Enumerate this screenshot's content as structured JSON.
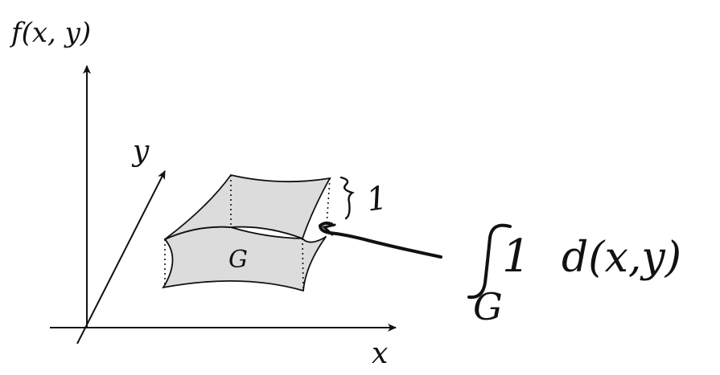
{
  "axes": {
    "vertical_label": "f(x, y)",
    "y_label": "y",
    "x_label": "x"
  },
  "region": {
    "label": "G"
  },
  "annotations": {
    "height_value": "1",
    "integral_integrand": "1",
    "integral_differential": "d(x,y)",
    "integral_subscript": "G"
  },
  "colors": {
    "surface_fill": "#dcdcdc",
    "stroke": "#111111"
  }
}
